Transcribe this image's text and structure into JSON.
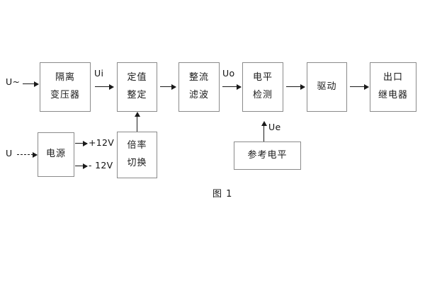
{
  "figure": {
    "caption": "图 1",
    "accent_color": "#1a1a1a",
    "border_color": "#8a8a8a",
    "background_color": "#ffffff"
  },
  "inputs": {
    "ac_source_label": "U~",
    "dc_source_label": "U"
  },
  "blocks": {
    "isolation_transformer": {
      "line1": "隔离",
      "line2": "变压器"
    },
    "setting_value": {
      "line1": "定值",
      "line2": "整定"
    },
    "rectify_filter": {
      "line1": "整流",
      "line2": "滤波"
    },
    "level_detect": {
      "line1": "电平",
      "line2": "检测"
    },
    "drive": {
      "line1": "驱动",
      "line2": ""
    },
    "output_relay": {
      "line1": "出口",
      "line2": "继电器"
    },
    "power_supply": {
      "line1": "电源",
      "line2": ""
    },
    "multiplier_switch": {
      "line1": "倍率",
      "line2": "切换"
    },
    "reference_level": {
      "line1": "参考电平",
      "line2": ""
    }
  },
  "signals": {
    "ui": "Ui",
    "uo": "Uo",
    "ue": "Ue",
    "plus12v": "+12V",
    "minus12v": "- 12V"
  }
}
